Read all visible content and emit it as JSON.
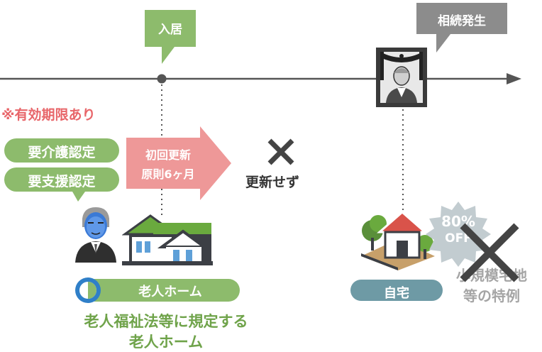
{
  "labels": {
    "move_in": "入居",
    "inheritance": "相続発生",
    "validity_note": "※有効期限あり",
    "care_certification": "要介護認定",
    "support_certification": "要支援認定",
    "first_renewal_line1": "初回更新",
    "first_renewal_line2": "原則6ヶ月",
    "no_renewal": "更新せず",
    "nursing_home": "老人ホーム",
    "home": "自宅",
    "badge_percent": "80%",
    "badge_off": "OFF",
    "special_rule_line1": "小規模宅地",
    "special_rule_line2": "等の特例",
    "definition_line1": "老人福祉法等に規定する",
    "definition_line2": "老人ホーム"
  },
  "colors": {
    "timeline": "#555555",
    "green": "#8dbb6c",
    "green_text": "#6fa34a",
    "gray": "#8c8c8c",
    "red_note": "#e8666a",
    "pink_arrow": "#ee9898",
    "teal": "#6e9aa5",
    "cross": "#444444",
    "badge": "#c2ccd0",
    "house_red": "#d9534a",
    "house_dark": "#3c3f45"
  },
  "icons": {
    "elder": "elderly-man-icon",
    "portrait": "memorial-portrait-icon",
    "nursing": "nursing-home-building-icon",
    "house": "house-icon",
    "cross": "cross-mark-icon"
  }
}
